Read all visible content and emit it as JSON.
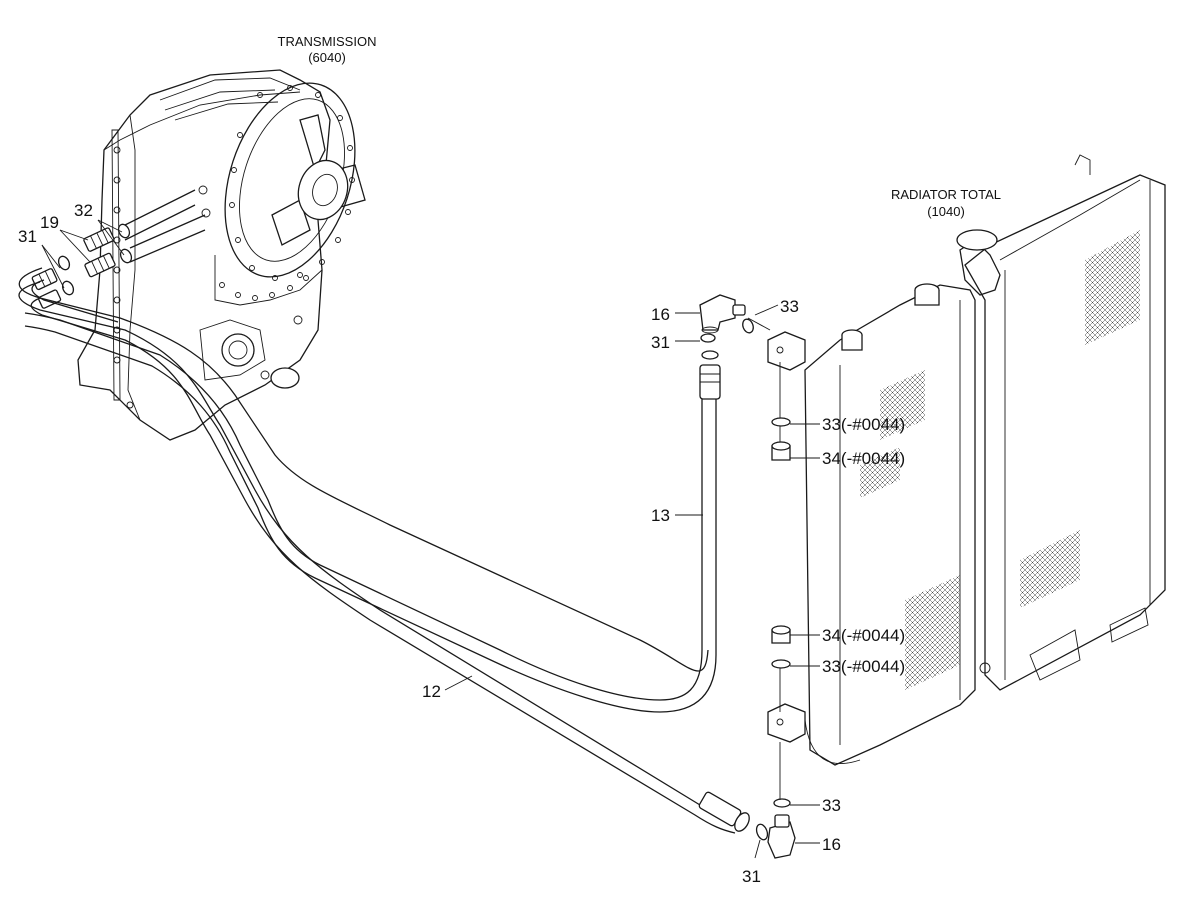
{
  "assemblies": {
    "transmission": {
      "title": "TRANSMISSION",
      "code": "(6040)"
    },
    "radiator": {
      "title": "RADIATOR TOTAL",
      "code": "(1040)"
    }
  },
  "callouts": {
    "c31_left": "31",
    "c19": "19",
    "c32": "32",
    "c16_top": "16",
    "c31_top": "31",
    "c33_top": "33",
    "c33_upper_plug": "33(-#0044)",
    "c34_upper_plug": "34(-#0044)",
    "c13": "13",
    "c34_lower_plug": "34(-#0044)",
    "c33_lower_plug": "33(-#0044)",
    "c12": "12",
    "c33_bottom": "33",
    "c16_bottom": "16",
    "c31_bottom": "31"
  }
}
